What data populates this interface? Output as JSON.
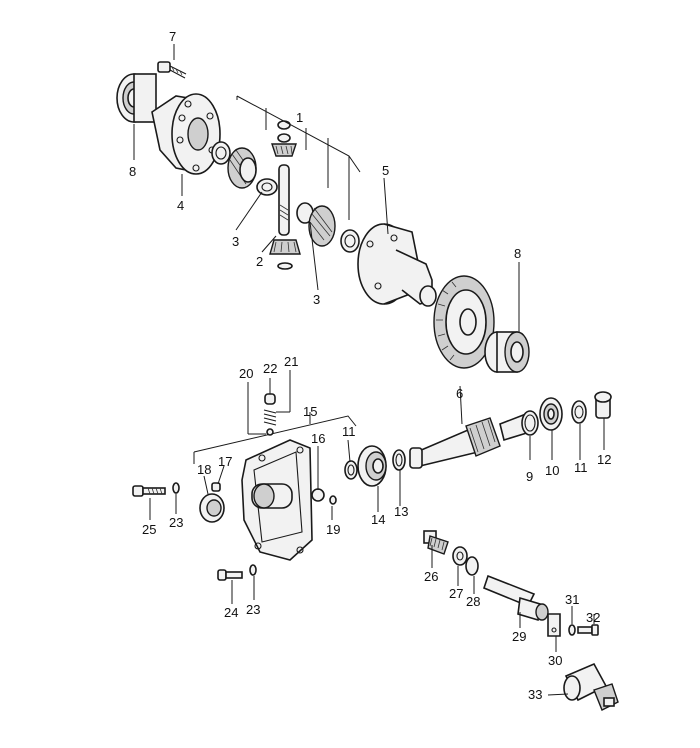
{
  "callouts": [
    {
      "id": "c1",
      "text": "1"
    },
    {
      "id": "c2",
      "text": "2"
    },
    {
      "id": "c3a",
      "text": "3"
    },
    {
      "id": "c3b",
      "text": "3"
    },
    {
      "id": "c4",
      "text": "4"
    },
    {
      "id": "c5",
      "text": "5"
    },
    {
      "id": "c6",
      "text": "6"
    },
    {
      "id": "c7",
      "text": "7"
    },
    {
      "id": "c8a",
      "text": "8"
    },
    {
      "id": "c8b",
      "text": "8"
    },
    {
      "id": "c9",
      "text": "9"
    },
    {
      "id": "c10",
      "text": "10"
    },
    {
      "id": "c11a",
      "text": "11"
    },
    {
      "id": "c11b",
      "text": "11"
    },
    {
      "id": "c12",
      "text": "12"
    },
    {
      "id": "c13",
      "text": "13"
    },
    {
      "id": "c14",
      "text": "14"
    },
    {
      "id": "c15",
      "text": "15"
    },
    {
      "id": "c16",
      "text": "16"
    },
    {
      "id": "c17",
      "text": "17"
    },
    {
      "id": "c18",
      "text": "18"
    },
    {
      "id": "c19",
      "text": "19"
    },
    {
      "id": "c20",
      "text": "20"
    },
    {
      "id": "c21",
      "text": "21"
    },
    {
      "id": "c22",
      "text": "22"
    },
    {
      "id": "c23a",
      "text": "23"
    },
    {
      "id": "c23b",
      "text": "23"
    },
    {
      "id": "c24",
      "text": "24"
    },
    {
      "id": "c25",
      "text": "25"
    },
    {
      "id": "c26",
      "text": "26"
    },
    {
      "id": "c27",
      "text": "27"
    },
    {
      "id": "c28",
      "text": "28"
    },
    {
      "id": "c29",
      "text": "29"
    },
    {
      "id": "c30",
      "text": "30"
    },
    {
      "id": "c31",
      "text": "31"
    },
    {
      "id": "c32",
      "text": "32"
    },
    {
      "id": "c33",
      "text": "33"
    }
  ]
}
